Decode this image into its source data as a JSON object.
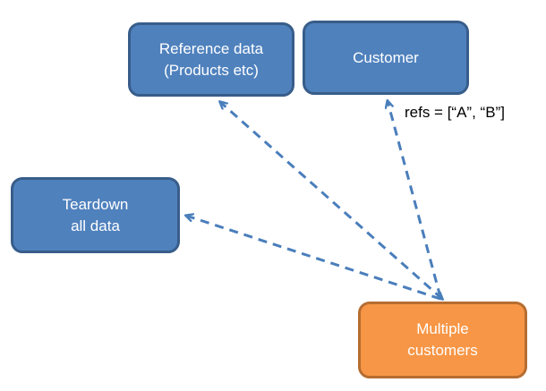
{
  "diagram": {
    "background": "#ffffff",
    "nodes": {
      "reference_data": {
        "label": "Reference data\n(Products etc)",
        "fill": "#4f81bd",
        "border": "#385d8a",
        "text_color": "#ffffff"
      },
      "customer": {
        "label": "Customer",
        "fill": "#4f81bd",
        "border": "#385d8a",
        "text_color": "#ffffff"
      },
      "teardown": {
        "label": "Teardown\nall data",
        "fill": "#4f81bd",
        "border": "#385d8a",
        "text_color": "#ffffff"
      },
      "multiple_customers": {
        "label": "Multiple\ncustomers",
        "fill": "#f79646",
        "border": "#b66d31",
        "text_color": "#ffffff"
      }
    },
    "annotation": {
      "text": "refs = [“A”, “B”]",
      "color": "#000000"
    },
    "edges": [
      {
        "from": "multiple_customers",
        "to": "reference_data",
        "style": "dashed",
        "color": "#4a7ebb",
        "arrowhead_at": "both"
      },
      {
        "from": "multiple_customers",
        "to": "customer",
        "style": "dashed",
        "color": "#4a7ebb",
        "arrowhead_at": "end"
      },
      {
        "from": "multiple_customers",
        "to": "teardown",
        "style": "dashed",
        "color": "#4a7ebb",
        "arrowhead_at": "end"
      }
    ],
    "colors": {
      "node_blue": "#4f81bd",
      "node_blue_border": "#385d8a",
      "node_orange": "#f79646",
      "node_orange_border": "#b66d31",
      "arrow_blue": "#4a7ebb"
    }
  }
}
